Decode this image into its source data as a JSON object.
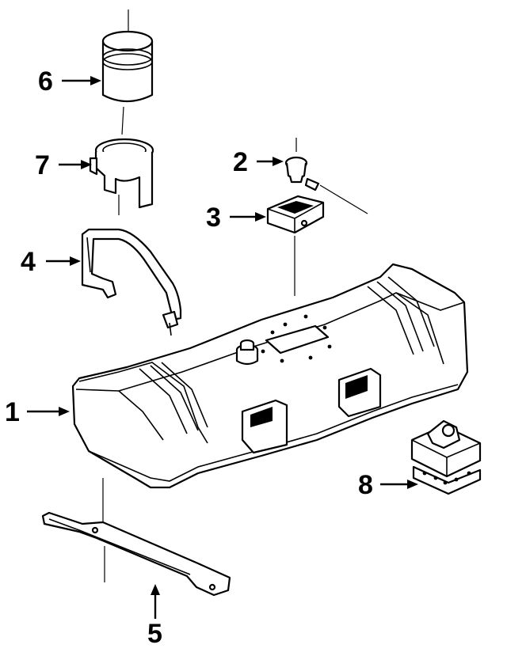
{
  "diagram": {
    "callouts": [
      {
        "id": "1",
        "label": "1"
      },
      {
        "id": "2",
        "label": "2"
      },
      {
        "id": "3",
        "label": "3"
      },
      {
        "id": "4",
        "label": "4"
      },
      {
        "id": "5",
        "label": "5"
      },
      {
        "id": "6",
        "label": "6"
      },
      {
        "id": "7",
        "label": "7"
      },
      {
        "id": "8",
        "label": "8"
      }
    ],
    "colors": {
      "ink": "#000000",
      "paper": "#ffffff"
    }
  }
}
